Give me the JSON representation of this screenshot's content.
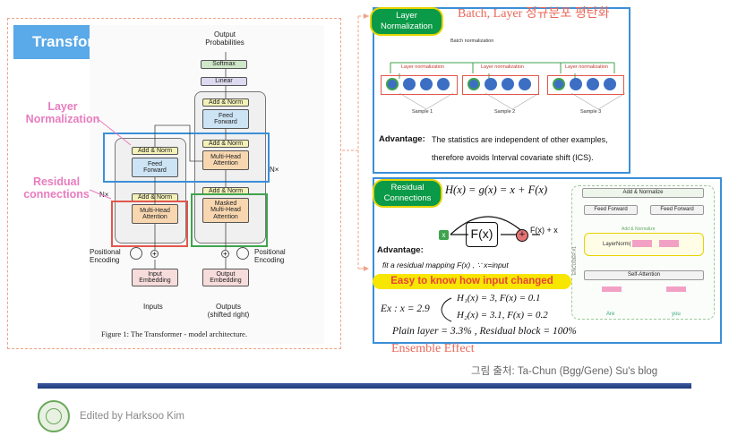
{
  "slide": {
    "title": "Transformer",
    "source": "그림 출처: Ta-Chun (Bgg/Gene) Su's blog",
    "footer": "Edited by Harksoo Kim"
  },
  "transformer": {
    "output_probabilities": "Output\nProbabilities",
    "softmax": "Softmax",
    "linear": "Linear",
    "add_norm": "Add & Norm",
    "feed_forward": "Feed\nForward",
    "multi_head_attention": "Multi-Head\nAttention",
    "masked_mha": "Masked\nMulti-Head\nAttention",
    "nx": "N×",
    "positional_encoding": "Positional\nEncoding",
    "input_embedding": "Input\nEmbedding",
    "output_embedding": "Output\nEmbedding",
    "inputs": "Inputs",
    "outputs": "Outputs\n(shifted right)",
    "caption": "Figure 1: The Transformer - model architecture.",
    "label_layer_norm": "Layer\nNormalization",
    "label_residual": "Residual\nconnections"
  },
  "layer_norm_panel": {
    "tag": "Layer\nNormalization",
    "heading": "Batch, Layer 정규분포 평탄화",
    "batch_norm_label": "Batch normalization",
    "layer_norm_labels": [
      "Layer normalization",
      "Layer normalization",
      "Layer normalization"
    ],
    "sample_labels": [
      "Sample 1",
      "Sample 2",
      "Sample 3"
    ],
    "advantage_label": "Advantage:",
    "advantage_text_1": "The statistics are independent of other examples,",
    "advantage_text_2": "therefore avoids Interval covariate shift (ICS)."
  },
  "residual_panel": {
    "tag": "Residual\nConnections",
    "formula": "H(x) = g(x) = x + F(x)",
    "fx_box": "F(x)",
    "fx_plus_x": "F(x) + x",
    "x_label": "x",
    "advantage_label": "Advantage:",
    "fit_text": "fit a residual mapping F(x) , ∵ x=input",
    "highlight": "Easy to know how input changed",
    "ex_prefix": "Ex : x = 2.9",
    "ex_line1": "H₁(x) = 3, F(x) = 0.1",
    "ex_line2": "H₂(x) = 3.1, F(x) = 0.2",
    "plain_line": "Plain layer = 3.3% , Residual block = 100%",
    "ensemble": "Ensemble Effect",
    "enc_add_norm_top": "Add & Normalize",
    "enc_ff_1": "Feed Forward",
    "enc_ff_2": "Feed Forward",
    "enc_add_norm_mid": "Add & Normalize",
    "enc_layernorm": "LayerNorm(",
    "enc_self_attention": "Self-Attention",
    "enc_word_1": "Are",
    "enc_word_2": "you",
    "enc_side_label": "ENCODER #1"
  },
  "colors": {
    "tag_green": "#0b9a47",
    "tag_border": "#e6d400",
    "panel_blue": "#3b8fd8",
    "highlight_orange": "#e8433a",
    "title_bg": "#5aa9e8",
    "dashed_border": "#f0a38a",
    "footer_bar": "#1f3a78"
  }
}
